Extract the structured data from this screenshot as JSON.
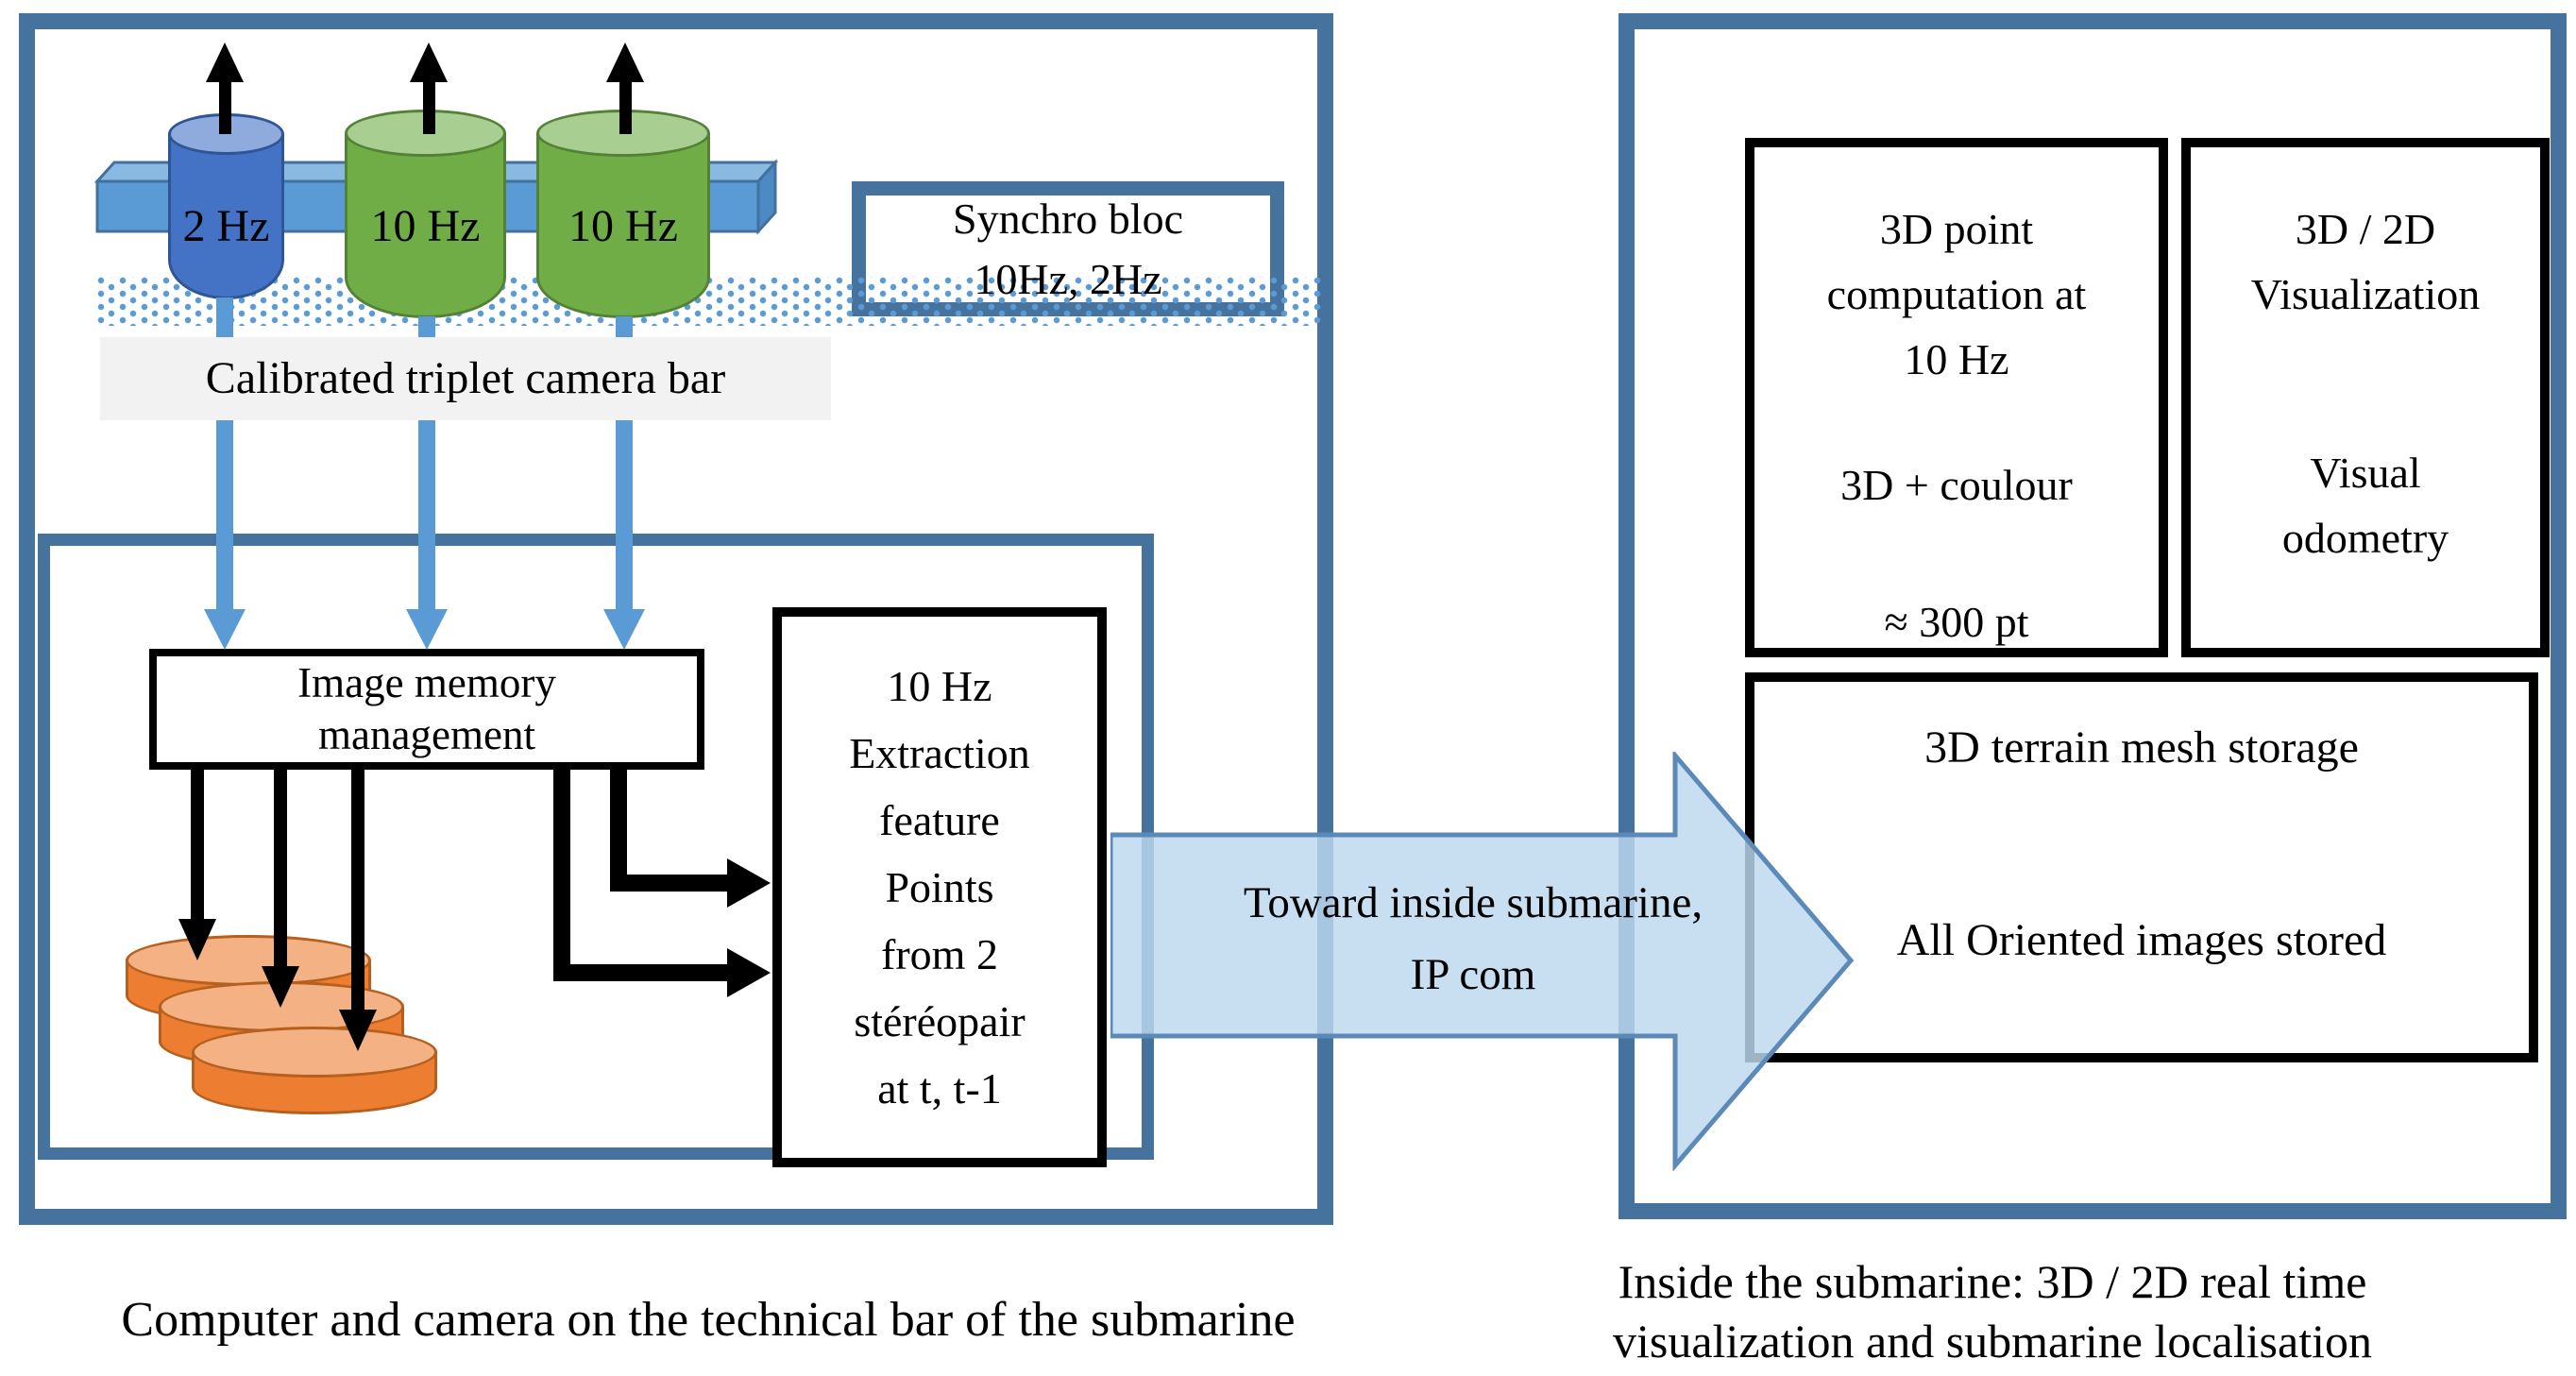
{
  "left_panel": {
    "cameras": [
      {
        "label": "2 Hz"
      },
      {
        "label": "10 Hz"
      },
      {
        "label": "10 Hz"
      }
    ],
    "synchro_box": {
      "line1": "Synchro bloc",
      "line2": "10Hz, 2Hz"
    },
    "camera_bar_label": "Calibrated triplet camera bar",
    "image_memory_box": {
      "line1": "Image memory",
      "line2": "management"
    },
    "extraction_box": {
      "lines": [
        "10 Hz",
        "Extraction",
        "feature",
        "Points",
        "from 2",
        "stéréopair",
        "at t, t-1"
      ]
    },
    "caption": "Computer and camera on the technical bar of the submarine"
  },
  "transfer_arrow": {
    "line1": "Toward inside submarine,",
    "line2": "IP com"
  },
  "right_panel": {
    "point_computation_box": {
      "line1": "3D point",
      "line2": "computation at",
      "line3": "10 Hz",
      "line4": "3D + coulour",
      "line5": "≈ 300 pt"
    },
    "visualization_box": {
      "line1": "3D / 2D",
      "line2": "Visualization",
      "line3": "Visual",
      "line4": "odometry"
    },
    "storage_box": {
      "line1": "3D terrain mesh storage",
      "line2": "All Oriented images stored"
    },
    "caption_line1": "Inside the submarine: 3D / 2D real time",
    "caption_line2": "visualization and submarine localisation"
  },
  "colors": {
    "steel_border": "#46739e",
    "light_blue": "#5b9bd5",
    "camera_blue": "#4472c4",
    "camera_green": "#70ad47",
    "disk_orange": "#ed7d31",
    "arrow_fill": "#bdd7ee",
    "label_gray": "#f2f2f2"
  }
}
